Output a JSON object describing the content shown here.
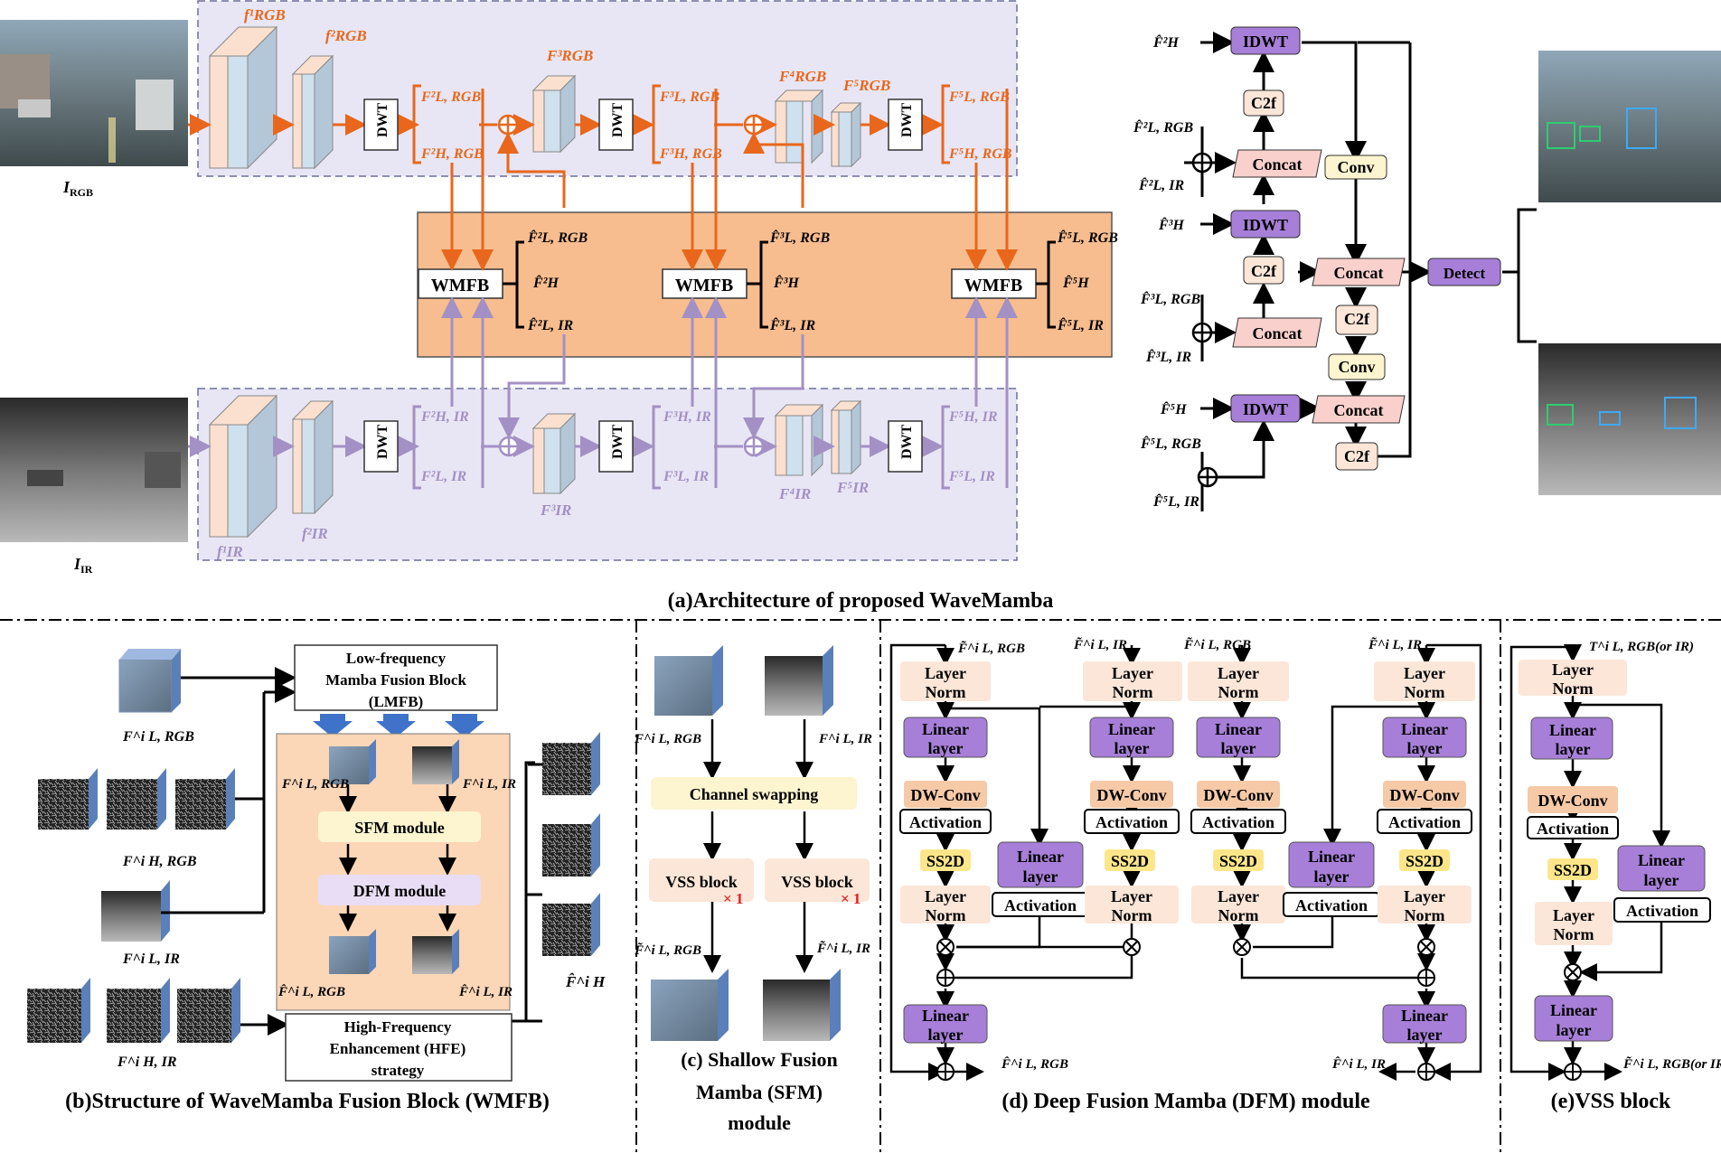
{
  "colors": {
    "rgb": "#e8671c",
    "ir": "#a390c4",
    "purple": "#a77fd8",
    "pinkbox": "#f9d0cc",
    "peach": "#fbe6d8",
    "yellow": "#fdf5cf",
    "ss2d": "#fde68a",
    "orangepanel": "#f7bd8f",
    "lavender": "#e8e6f4",
    "lightorange": "#fbd6b7",
    "dwconv": "#f6c9a7"
  },
  "panel_a": {
    "caption": "(a)Architecture of proposed WaveMamba",
    "input_rgb": "I",
    "input_rgb_sub": "RGB",
    "input_ir": "I",
    "input_ir_sub": "IR",
    "dwt": "DWT",
    "wmfb": "WMFB",
    "rgb_feats": [
      "f¹RGB",
      "f²RGB",
      "F³RGB",
      "F⁴RGB",
      "F⁵RGB"
    ],
    "rgb_bracket_1": [
      "F²L, RGB",
      "F²H, RGB"
    ],
    "rgb_bracket_2": [
      "F³L, RGB",
      "F³H, RGB"
    ],
    "rgb_bracket_3": [
      "F⁵L, RGB",
      "F⁵H, RGB"
    ],
    "ir_feats": [
      "f¹IR",
      "f²IR",
      "F³IR",
      "F⁴IR",
      "F⁵IR"
    ],
    "ir_bracket_1": [
      "F²H, IR",
      "F²L, IR"
    ],
    "ir_bracket_2": [
      "F³H, IR",
      "F³L, IR"
    ],
    "ir_bracket_3": [
      "F⁵H, IR",
      "F⁵L, IR"
    ],
    "wmfb_out_1": [
      "F̂²L, RGB",
      "F̂²H",
      "F̂²L, IR"
    ],
    "wmfb_out_2": [
      "F̂³L, RGB",
      "F̂³H",
      "F̂³L, IR"
    ],
    "wmfb_out_3": [
      "F̂⁵L, RGB",
      "F̂⁵H",
      "F̂⁵L, IR"
    ],
    "neck": {
      "idwt": "IDWT",
      "c2f": "C2f",
      "concat": "Concat",
      "conv": "Conv",
      "detect": "Detect",
      "inputs": [
        "F̂²H",
        "F̂²L, RGB",
        "F̂²L, IR",
        "F̂³H",
        "F̂³L, RGB",
        "F̂³L, IR",
        "F̂⁵H",
        "F̂⁵L, RGB",
        "F̂⁵L, IR"
      ]
    }
  },
  "panel_b": {
    "caption": "(b)Structure of  WaveMamba Fusion Block (WMFB)",
    "lmfb": [
      "Low-frequency",
      "Mamba Fusion  Block",
      "(LMFB)"
    ],
    "hfe": [
      "High-Frequency",
      "Enhancement (HFE)",
      "strategy"
    ],
    "sfm": "SFM module",
    "dfm": "DFM module",
    "labels": [
      "F^i L, RGB",
      "F^i H, RGB",
      "F^i L, IR",
      "F^i H, IR",
      "F^i L, RGB",
      "F^i L, IR",
      "F̂^i L, RGB",
      "F̂^i L, IR",
      "F̂^i H"
    ]
  },
  "panel_c": {
    "caption": [
      "(c) Shallow Fusion",
      "Mamba (SFM)",
      "module"
    ],
    "channel_swapping": "Channel swapping",
    "vss": "VSS block",
    "times": "× 1",
    "labels": [
      "F^i L, RGB",
      "F^i L, IR",
      "F̃^i L, RGB",
      "F̃^i L, IR"
    ]
  },
  "panel_d": {
    "caption": "(d) Deep Fusion Mamba (DFM) module",
    "layer_norm": [
      "Layer",
      "Norm"
    ],
    "linear_layer": [
      "Linear",
      "layer"
    ],
    "dwconv": "DW-Conv",
    "activation": "Activation",
    "ss2d": "SS2D",
    "labels": [
      "F̃^i L, RGB",
      "F̃^i L, IR",
      "F̃^i L, RGB",
      "F̃^i L, IR",
      "F̂^i L, RGB",
      "F̂^i L, IR"
    ]
  },
  "panel_e": {
    "caption": "(e)VSS block",
    "in_label": "T^i L, RGB(or IR)",
    "out_label": "F̃^i L, RGB(or IR)"
  }
}
